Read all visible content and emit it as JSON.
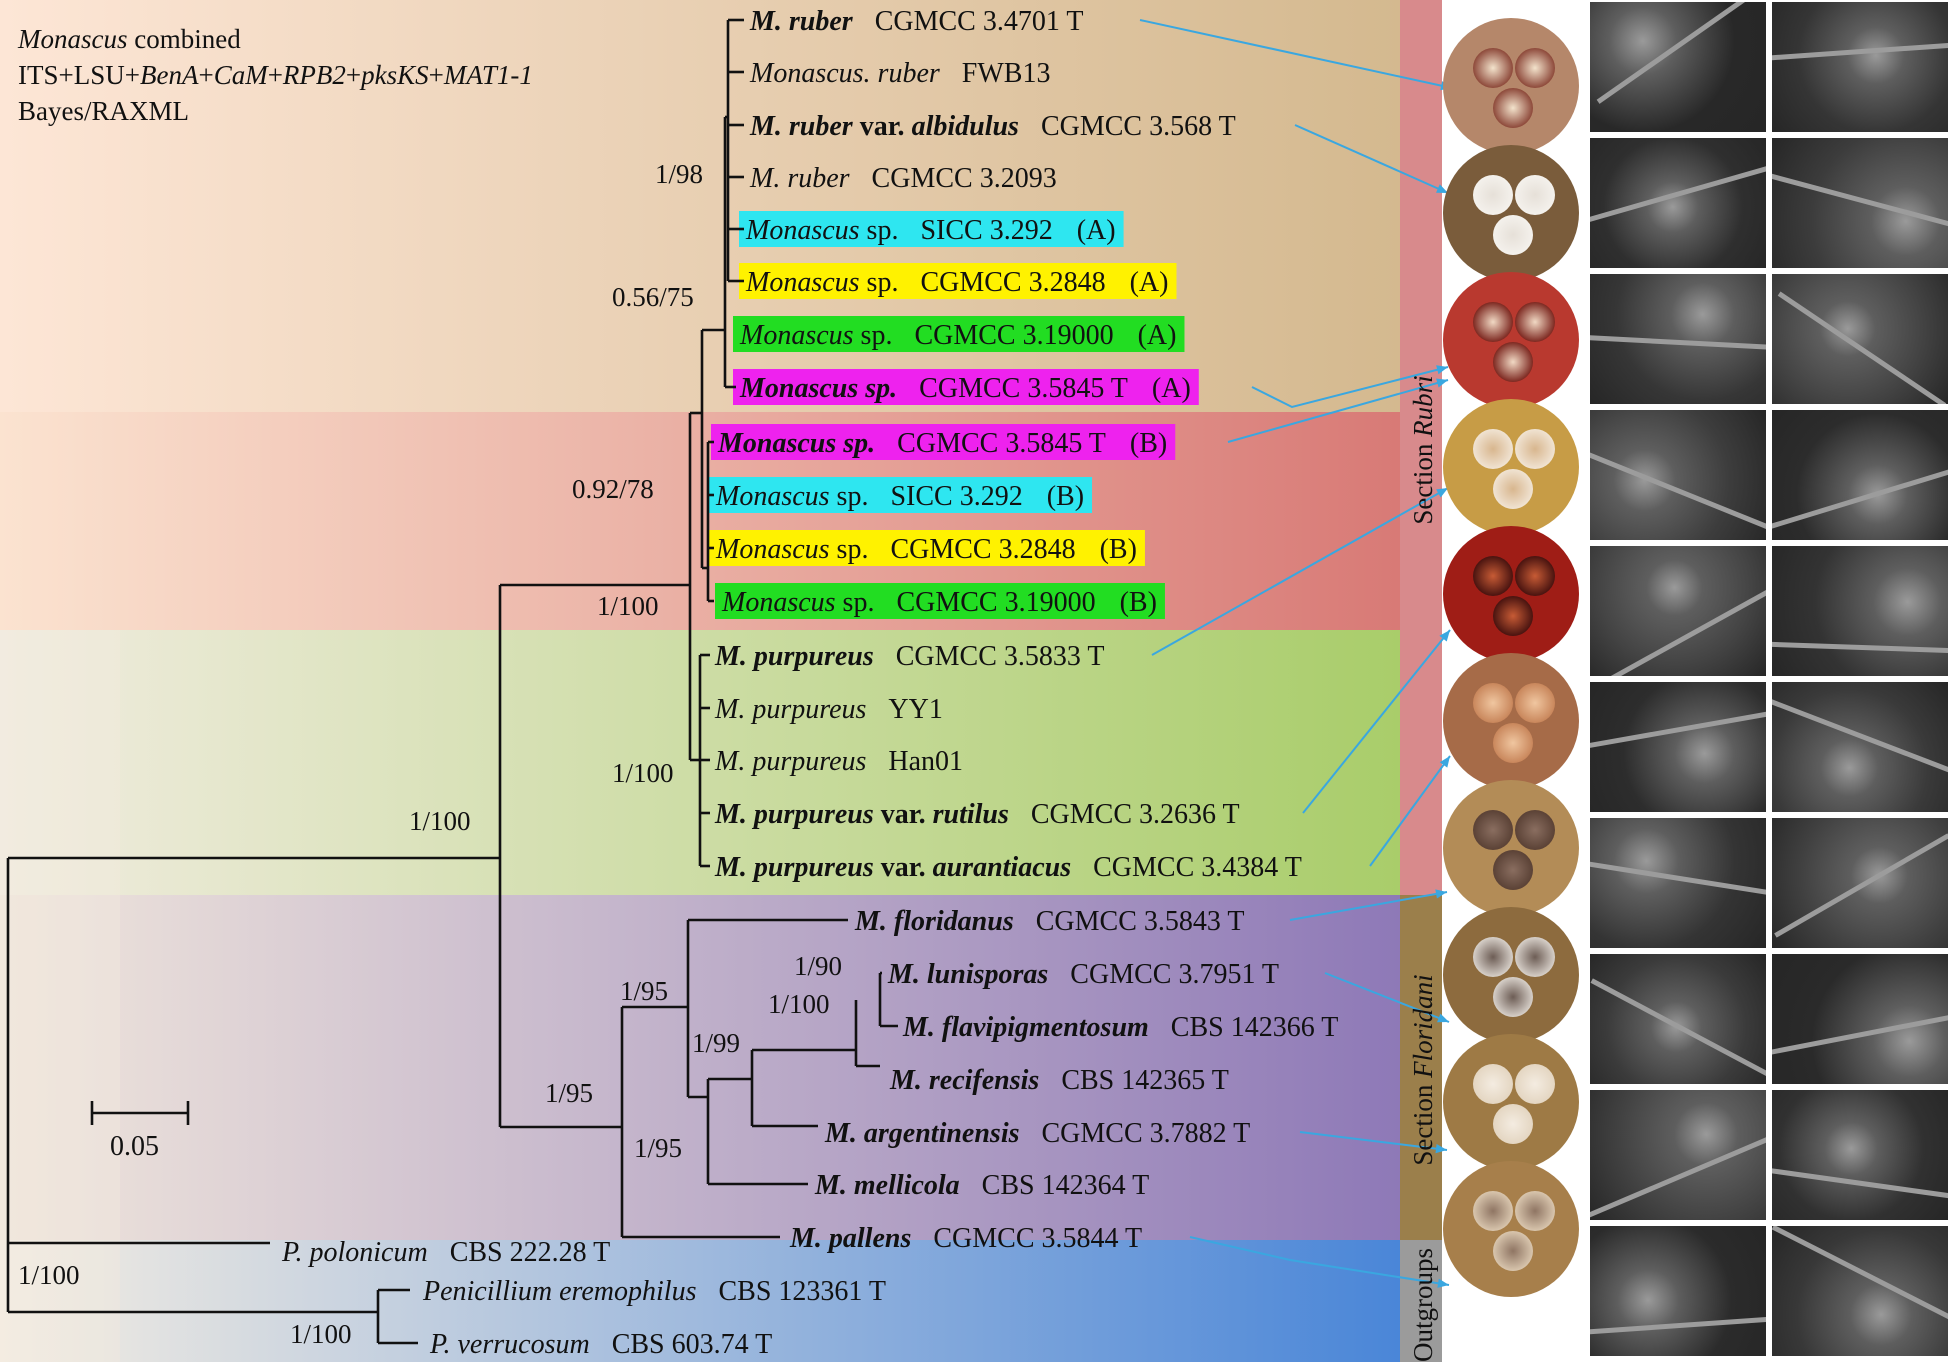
{
  "figure": {
    "title_lines": [
      {
        "parts": [
          {
            "t": "Monascus",
            "i": true
          },
          {
            "t": " combined",
            "i": false
          }
        ]
      },
      {
        "parts": [
          {
            "t": "ITS+LSU+",
            "i": false
          },
          {
            "t": "BenA",
            "i": true
          },
          {
            "t": "+",
            "i": false
          },
          {
            "t": "CaM",
            "i": true
          },
          {
            "t": "+",
            "i": false
          },
          {
            "t": "RPB2",
            "i": true
          },
          {
            "t": "+",
            "i": false
          },
          {
            "t": "pksKS",
            "i": true
          },
          {
            "t": "+",
            "i": false
          },
          {
            "t": "MAT1-1",
            "i": true
          }
        ]
      },
      {
        "parts": [
          {
            "t": "Bayes/RAXML",
            "i": false
          }
        ]
      }
    ],
    "scale_bar_label": "0.05",
    "sections": [
      {
        "name": "section-rubri",
        "prefix": "Section ",
        "italic": "Rubri",
        "color": "#d88a8c"
      },
      {
        "name": "section-floridani",
        "prefix": "Section ",
        "italic": "Floridani",
        "color": "#9b7f4b"
      },
      {
        "name": "outgroups",
        "prefix": "Outgroups",
        "italic": "",
        "color": "#9b9b9b"
      }
    ],
    "band_colors": {
      "rubri_a": [
        "#fde6d6",
        "#d4b98f"
      ],
      "rubri_b": [
        "#fbe3d0",
        "#d87a76"
      ],
      "purpureus": [
        "#f1ece0",
        "#a9cd6a"
      ],
      "floridani": [
        "#f0e6dc",
        "#8e79b7"
      ],
      "outgroups": [
        "#f4ede2",
        "#4a86d8"
      ]
    },
    "taxa": [
      {
        "name": "M. ruber",
        "strain": "CGMCC 3.4701 T",
        "bold": true,
        "hl": null
      },
      {
        "name": "Monascus. ruber",
        "strain": "FWB13",
        "bold": false,
        "hl": null
      },
      {
        "name": "M. ruber",
        "var": "albidulus",
        "strain": "CGMCC 3.568 T",
        "bold": true,
        "hl": null
      },
      {
        "name": "M. ruber",
        "strain": "CGMCC 3.2093",
        "bold": false,
        "hl": null
      },
      {
        "name": "Monascus",
        "suffix": "sp.",
        "strain": "SICC 3.292",
        "tag": "(A)",
        "bold": false,
        "hl": "#2ee6f0"
      },
      {
        "name": "Monascus",
        "suffix": "sp.",
        "strain": "CGMCC 3.2848",
        "tag": "(A)",
        "bold": false,
        "hl": "#fff200"
      },
      {
        "name": "Monascus",
        "suffix": "sp.",
        "strain": "CGMCC 3.19000",
        "tag": "(A)",
        "bold": false,
        "hl": "#22dd22"
      },
      {
        "name": "Monascus sp.",
        "strain": "CGMCC 3.5845 T",
        "tag": "(A)",
        "bold": true,
        "hl": "#ee22ee"
      },
      {
        "name": "Monascus sp.",
        "strain": "CGMCC 3.5845 T",
        "tag": "(B)",
        "bold": true,
        "hl": "#ee22ee"
      },
      {
        "name": "Monascus",
        "suffix": "sp.",
        "strain": "SICC 3.292",
        "tag": "(B)",
        "bold": false,
        "hl": "#2ee6f0"
      },
      {
        "name": "Monascus",
        "suffix": "sp.",
        "strain": "CGMCC 3.2848",
        "tag": "(B)",
        "bold": false,
        "hl": "#fff200"
      },
      {
        "name": "Monascus",
        "suffix": "sp.",
        "strain": "CGMCC 3.19000",
        "tag": "(B)",
        "bold": false,
        "hl": "#22dd22"
      },
      {
        "name": "M. purpureus",
        "strain": "CGMCC 3.5833 T",
        "bold": true,
        "hl": null
      },
      {
        "name": "M. purpureus",
        "strain": "YY1",
        "bold": false,
        "hl": null
      },
      {
        "name": "M. purpureus",
        "strain": "Han01",
        "bold": false,
        "hl": null
      },
      {
        "name": "M. purpureus",
        "var": "rutilus",
        "strain": "CGMCC 3.2636 T",
        "bold": true,
        "hl": null
      },
      {
        "name": "M. purpureus",
        "var": "aurantiacus",
        "strain": "CGMCC 3.4384 T",
        "bold": true,
        "hl": null
      },
      {
        "name": "M. floridanus",
        "strain": "CGMCC 3.5843 T",
        "bold": true,
        "hl": null
      },
      {
        "name": "M. lunisporas",
        "strain": "CGMCC 3.7951 T",
        "bold": true,
        "hl": null
      },
      {
        "name": "M. flavipigmentosum",
        "strain": "CBS 142366 T",
        "bold": true,
        "hl": null
      },
      {
        "name": "M. recifensis",
        "strain": "CBS 142365 T",
        "bold": true,
        "hl": null
      },
      {
        "name": "M. argentinensis",
        "strain": "CGMCC 3.7882 T",
        "bold": true,
        "hl": null
      },
      {
        "name": "M. mellicola",
        "strain": "CBS 142364 T",
        "bold": true,
        "hl": null
      },
      {
        "name": "M. pallens",
        "strain": "CGMCC 3.5844 T",
        "bold": true,
        "hl": null
      },
      {
        "name": "P. polonicum",
        "strain": "CBS 222.28 T",
        "bold": false,
        "hl": null
      },
      {
        "name": "Penicillium eremophilus",
        "strain": "CBS 123361 T",
        "bold": false,
        "hl": null
      },
      {
        "name": "P. verrucosum",
        "strain": "CBS 603.74 T",
        "bold": false,
        "hl": null
      }
    ],
    "supports": [
      "1/98",
      "0.56/75",
      "0.92/78",
      "1/100",
      "1/100",
      "1/100",
      "1/90",
      "1/100",
      "1/95",
      "1/99",
      "1/95",
      "1/95",
      "1/100",
      "1/100"
    ],
    "plates": [
      {
        "name": "plate-ruber",
        "bg": "#b5876a",
        "rim": "#e7c7a8",
        "colony": "#8e4a3b",
        "center": "#f3e3cc"
      },
      {
        "name": "plate-albidulus",
        "bg": "#7a5c3b",
        "rim": "#c8a36e",
        "colony": "#f4f1ec",
        "center": "#e6e0d8"
      },
      {
        "name": "plate-5845",
        "bg": "#b9392f",
        "rim": "#e27a5c",
        "colony": "#7e2a22",
        "center": "#f1d9c4"
      },
      {
        "name": "plate-5833",
        "bg": "#c79c46",
        "rim": "#e8c77a",
        "colony": "#f0e3d2",
        "center": "#d8b68e"
      },
      {
        "name": "plate-rutilus",
        "bg": "#9f1d16",
        "rim": "#d0502b",
        "colony": "#4a1410",
        "center": "#c75b35"
      },
      {
        "name": "plate-aurantiacus",
        "bg": "#a66b48",
        "rim": "#d79a6c",
        "colony": "#c9875c",
        "center": "#f0c6a0"
      },
      {
        "name": "plate-floridanus",
        "bg": "#b38c57",
        "rim": "#dbb37a",
        "colony": "#5b4236",
        "center": "#8a6e60"
      },
      {
        "name": "plate-lunisporas",
        "bg": "#8d6b3e",
        "rim": "#c39a5f",
        "colony": "#d6cfc8",
        "center": "#6d5d55"
      },
      {
        "name": "plate-argentinensis",
        "bg": "#9e7a45",
        "rim": "#c9a56b",
        "colony": "#e4d6c2",
        "center": "#f4ece1"
      },
      {
        "name": "plate-pallens",
        "bg": "#a77f4b",
        "rim": "#d1ad74",
        "colony": "#d8c5ad",
        "center": "#8f7563"
      }
    ]
  }
}
